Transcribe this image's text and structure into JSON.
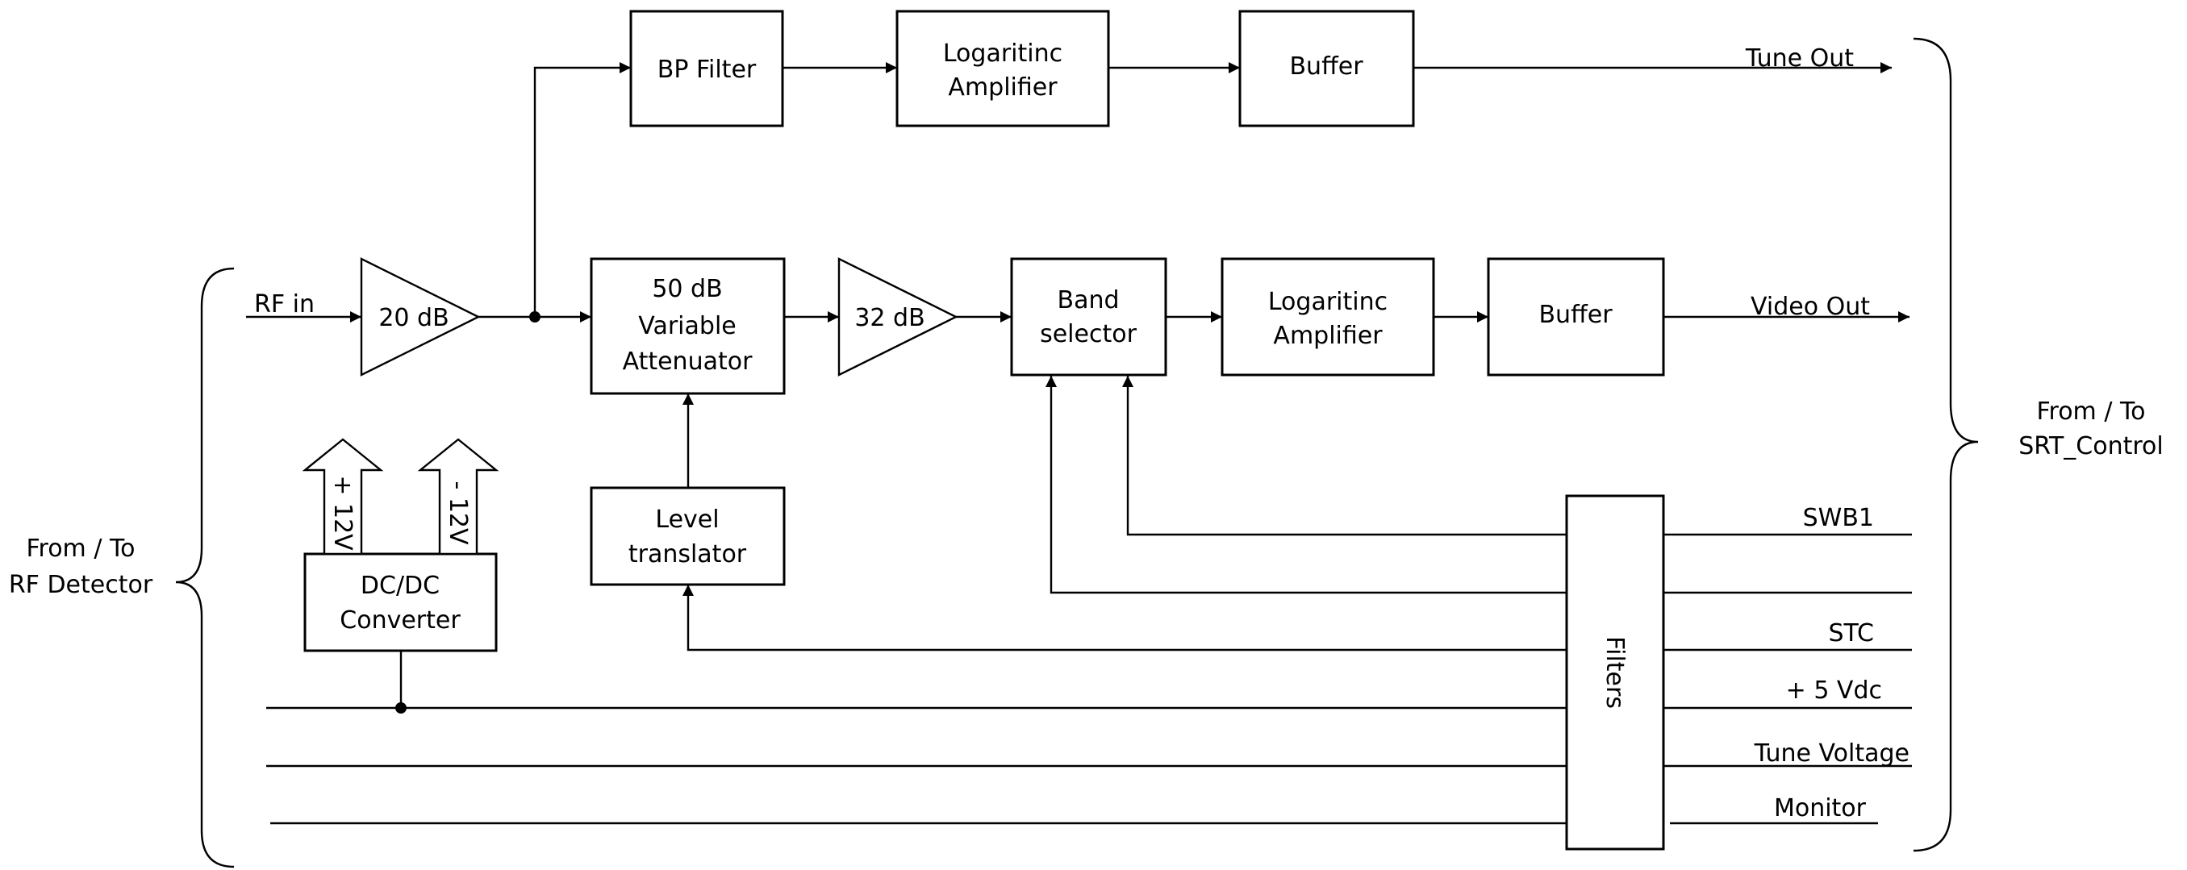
{
  "blocks": {
    "bp_filter": "BP Filter",
    "log_amp_top": [
      "Logaritinc",
      "Amplifier"
    ],
    "buffer_top": "Buffer",
    "attenuator": [
      "50 dB",
      "Variable",
      "Attenuator"
    ],
    "band_selector": [
      "Band",
      "selector"
    ],
    "log_amp_mid": [
      "Logaritinc",
      "Amplifier"
    ],
    "buffer_mid": "Buffer",
    "level_translator": [
      "Level",
      "translator"
    ],
    "dcdc": [
      "DC/DC",
      "Converter"
    ],
    "filters": "Filters"
  },
  "amplifiers": {
    "amp_20": "20 dB",
    "amp_32": "32 dB"
  },
  "supply_arrows": {
    "plus12": "+ 12V",
    "minus12": "- 12V"
  },
  "signals": {
    "rf_in": "RF in",
    "tune_out": "Tune Out",
    "video_out": "Video Out",
    "swb1": "SWB1",
    "stc": "STC",
    "plus5": "+ 5 Vdc",
    "tune_voltage": "Tune Voltage",
    "monitor": "Monitor"
  },
  "interfaces": {
    "left": [
      "From / To",
      "RF Detector"
    ],
    "right": [
      "From / To",
      "SRT_Control"
    ]
  }
}
